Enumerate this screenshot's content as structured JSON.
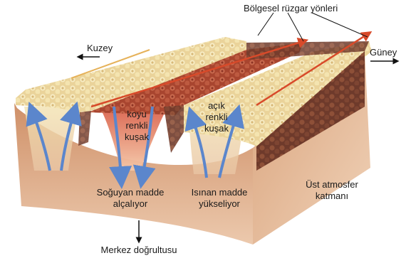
{
  "labels": {
    "regional_winds": "Bölgesel rüzgar yönleri",
    "north": "Kuzey",
    "south": "Güney",
    "dark_band": [
      "koyu",
      "renkli",
      "kuşak"
    ],
    "light_band": [
      "açık",
      "renkli",
      "kuşak"
    ],
    "sinking": [
      "Soğuyan madde",
      "alçalıyor"
    ],
    "rising": [
      "Isınan madde",
      "yükseliyor"
    ],
    "upper_layer": [
      "Üst atmosfer",
      "katmanı"
    ],
    "center": "Merkez doğrultusu"
  },
  "colors": {
    "light_zone": "#e8cf95",
    "dark_belt": "#b5503a",
    "side_wall": "#7a4030",
    "cross_section": "#d9a37c",
    "arrow_blue": "#5b86cc",
    "wind_arrow": "#d84a2a"
  }
}
